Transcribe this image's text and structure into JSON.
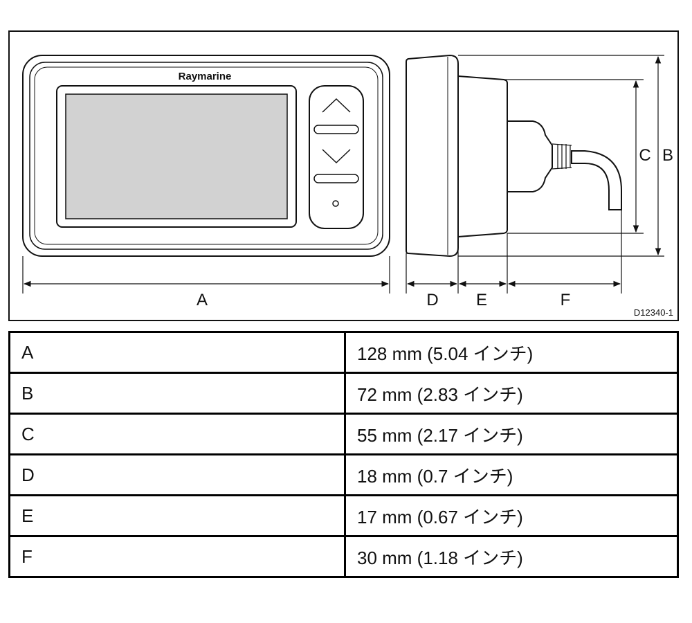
{
  "diagram": {
    "brand": "Raymarine",
    "drawing_code": "D12340-1",
    "dimension_labels": {
      "A": "A",
      "B": "B",
      "C": "C",
      "D": "D",
      "E": "E",
      "F": "F"
    }
  },
  "table": {
    "rows": [
      {
        "key": "A",
        "value": "128 mm (5.04 インチ)"
      },
      {
        "key": "B",
        "value": "72 mm (2.83 インチ)"
      },
      {
        "key": "C",
        "value": "55 mm (2.17 インチ)"
      },
      {
        "key": "D",
        "value": "18 mm (0.7 インチ)"
      },
      {
        "key": "E",
        "value": "17 mm (0.67 インチ)"
      },
      {
        "key": "F",
        "value": "30 mm (1.18 インチ)"
      }
    ]
  }
}
